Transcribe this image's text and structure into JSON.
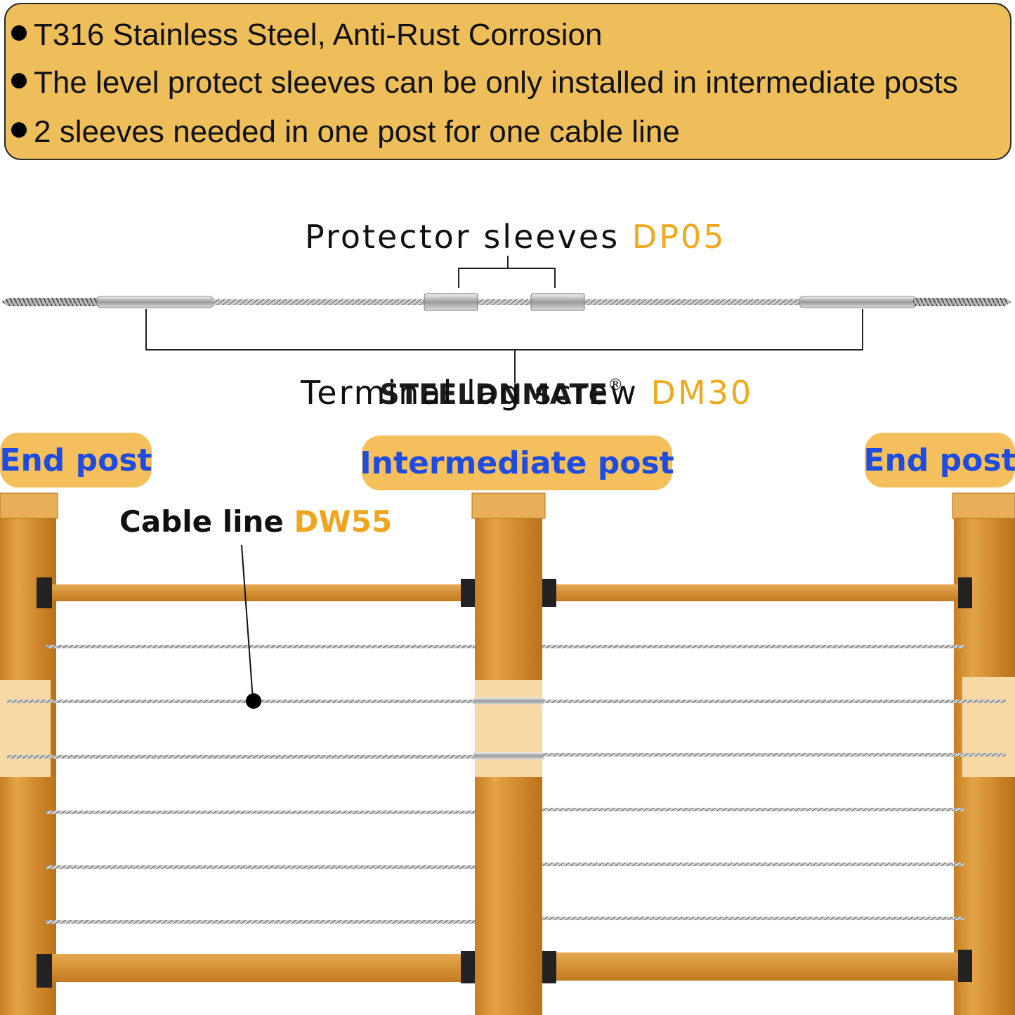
{
  "features": [
    "T316 Stainless Steel, Anti-Rust Corrosion",
    "The level protect sleeves can be only installed in intermediate posts",
    "2 sleeves needed in one post for one cable line"
  ],
  "protector": {
    "text": "Protector sleeves",
    "code": "DP05"
  },
  "terminal": {
    "text": "Terminal lag screw",
    "code": "DM30"
  },
  "brand": {
    "name_a": "STEEL",
    "name_cc": "",
    "name_b": "DNMATE",
    "reg": "®"
  },
  "cable": {
    "text": "Cable line",
    "code": "DW55"
  },
  "posts": {
    "end_left": "End post",
    "intermediate": "Intermediate post",
    "end_right": "End post"
  },
  "colors": {
    "box_bg": "#EDBE5A",
    "code_orange": "#EFA520",
    "post_label_blue": "#1E4BE0",
    "pill_bg": "#F5C05B",
    "wood": "#D8902E"
  },
  "icons": {
    "bullet": "bullet-dot-icon"
  }
}
